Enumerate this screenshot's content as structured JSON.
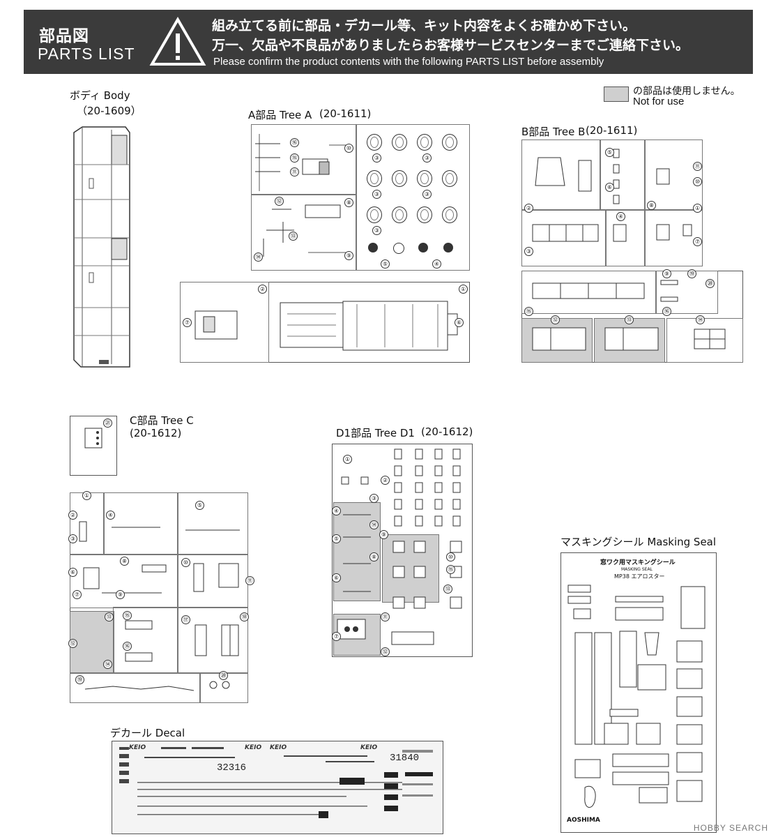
{
  "header": {
    "title_jp": "部品図",
    "title_en": "PARTS LIST",
    "notice_jp_1": "組み立てる前に部品・デカール等、キット内容をよくお確かめ下さい。",
    "notice_jp_2": "万一、欠品や不良品がありましたらお客様サービスセンターまでご連絡下さい。",
    "notice_en": "Please confirm the product contents with the following PARTS LIST before assembly"
  },
  "legend": {
    "jp": "の部品は使用しません。",
    "en": "Not for use",
    "color": "#cfcfcf"
  },
  "body": {
    "title": "ボディ Body",
    "code": "（20-1609）"
  },
  "tree_a": {
    "title": "A部品 Tree A",
    "code": "(20-1611)",
    "numbers": [
      "⑯",
      "⑮",
      "⑪",
      "⑫",
      "⑭",
      "⑩",
      "⑧",
      "⑬",
      "⑨",
      "③",
      "③",
      "③",
      "③",
      "③",
      "⑤",
      "④",
      "②",
      "①",
      "⑦",
      "⑥"
    ]
  },
  "tree_b": {
    "title": "B部品 Tree B",
    "code": "(20-1611)",
    "numbers": [
      "⑤",
      "⑥",
      "⑪",
      "⑩",
      "②",
      "⑧",
      "④",
      "①",
      "③",
      "⑦",
      "⑳",
      "⑲",
      "⑮",
      "⑫",
      "⑬",
      "⑯",
      "⑭",
      "⑨"
    ]
  },
  "tree_c": {
    "title": "C部品 Tree C",
    "code": "(20-1612)",
    "numbers": [
      "㉑",
      "①",
      "②",
      "③",
      "④",
      "⑤",
      "⑥",
      "⑦",
      "⑧",
      "⑨",
      "⑩",
      "⑪",
      "⑫",
      "⑬",
      "⑭",
      "⑮",
      "⑯",
      "⑰",
      "⑱",
      "⑲",
      "⑳"
    ]
  },
  "tree_d1": {
    "title": "D1部品 Tree D1",
    "code": "(20-1612)",
    "numbers": [
      "①",
      "②",
      "③",
      "④",
      "⑤",
      "⑥",
      "⑦",
      "⑧",
      "⑨",
      "⑩",
      "⑪",
      "⑫",
      "⑬",
      "⑭",
      "⑮"
    ]
  },
  "masking": {
    "title": "マスキングシール Masking Seal",
    "sheet_title_jp": "窓ワク用マスキングシール",
    "sheet_title_en": "MASKING SEAL",
    "sheet_model": "MP38 エアロスター",
    "brand": "AOSHIMA"
  },
  "decal": {
    "title": "デカール Decal",
    "number_1": "32316",
    "number_2": "31840",
    "logo": "KEIO"
  },
  "watermark": "HOBBY SEARCH"
}
